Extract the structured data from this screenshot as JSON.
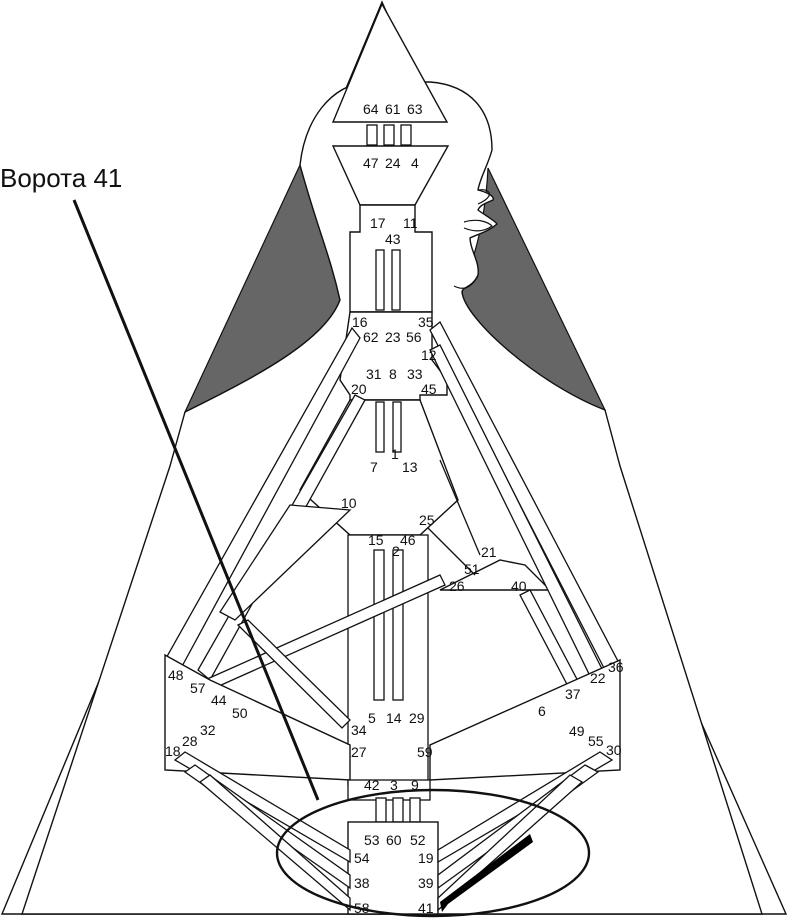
{
  "caption": "Ворота 41",
  "colors": {
    "background": "#ffffff",
    "line": "#111111",
    "shading": "#666666",
    "highlight": "#000000"
  },
  "highlighted_gate": "41",
  "gates": {
    "g64": "64",
    "g61": "61",
    "g63": "63",
    "g47": "47",
    "g24": "24",
    "g4": "4",
    "g17": "17",
    "g43": "43",
    "g11": "11",
    "g16": "16",
    "g62": "62",
    "g23": "23",
    "g56": "56",
    "g35": "35",
    "g12": "12",
    "g20": "20",
    "g31": "31",
    "g8": "8",
    "g33": "33",
    "g45": "45",
    "g7": "7",
    "g1": "1",
    "g13": "13",
    "g10": "10",
    "g25": "25",
    "g15": "15",
    "g2": "2",
    "g46": "46",
    "g21": "21",
    "g51": "51",
    "g26": "26",
    "g40": "40",
    "g48": "48",
    "g57": "57",
    "g44": "44",
    "g50": "50",
    "g36": "36",
    "g22": "22",
    "g37": "37",
    "g6": "6",
    "g5": "5",
    "g14": "14",
    "g29": "29",
    "g34": "34",
    "g27": "27",
    "g59": "59",
    "g18": "18",
    "g28": "28",
    "g32": "32",
    "g49": "49",
    "g55": "55",
    "g30": "30",
    "g42": "42",
    "g3": "3",
    "g9": "9",
    "g53": "53",
    "g60": "60",
    "g52": "52",
    "g54": "54",
    "g19": "19",
    "g38": "38",
    "g39": "39",
    "g58": "58",
    "g41": "41"
  }
}
